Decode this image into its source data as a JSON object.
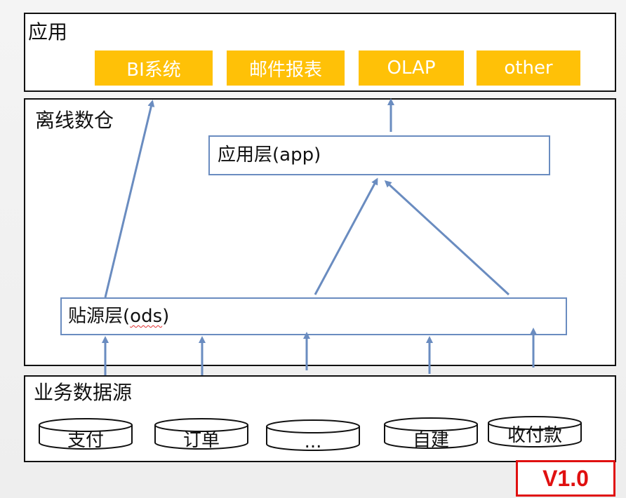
{
  "app_section": {
    "title": "应用",
    "items": [
      "BI系统",
      "邮件报表",
      "OLAP",
      "other"
    ]
  },
  "warehouse_section": {
    "title": "离线数仓",
    "app_layer": "应用层(app)",
    "ods_layer_prefix": "贴源层(",
    "ods_layer_code": "ods",
    "ods_layer_suffix": ")"
  },
  "source_section": {
    "title": "业务数据源",
    "sources": [
      "支付",
      "订单",
      "...",
      "自建",
      "收付款"
    ]
  },
  "version": "V1.0",
  "colors": {
    "accent": "#ffc107",
    "arrow": "#6a8cc0",
    "version": "#e01010"
  }
}
